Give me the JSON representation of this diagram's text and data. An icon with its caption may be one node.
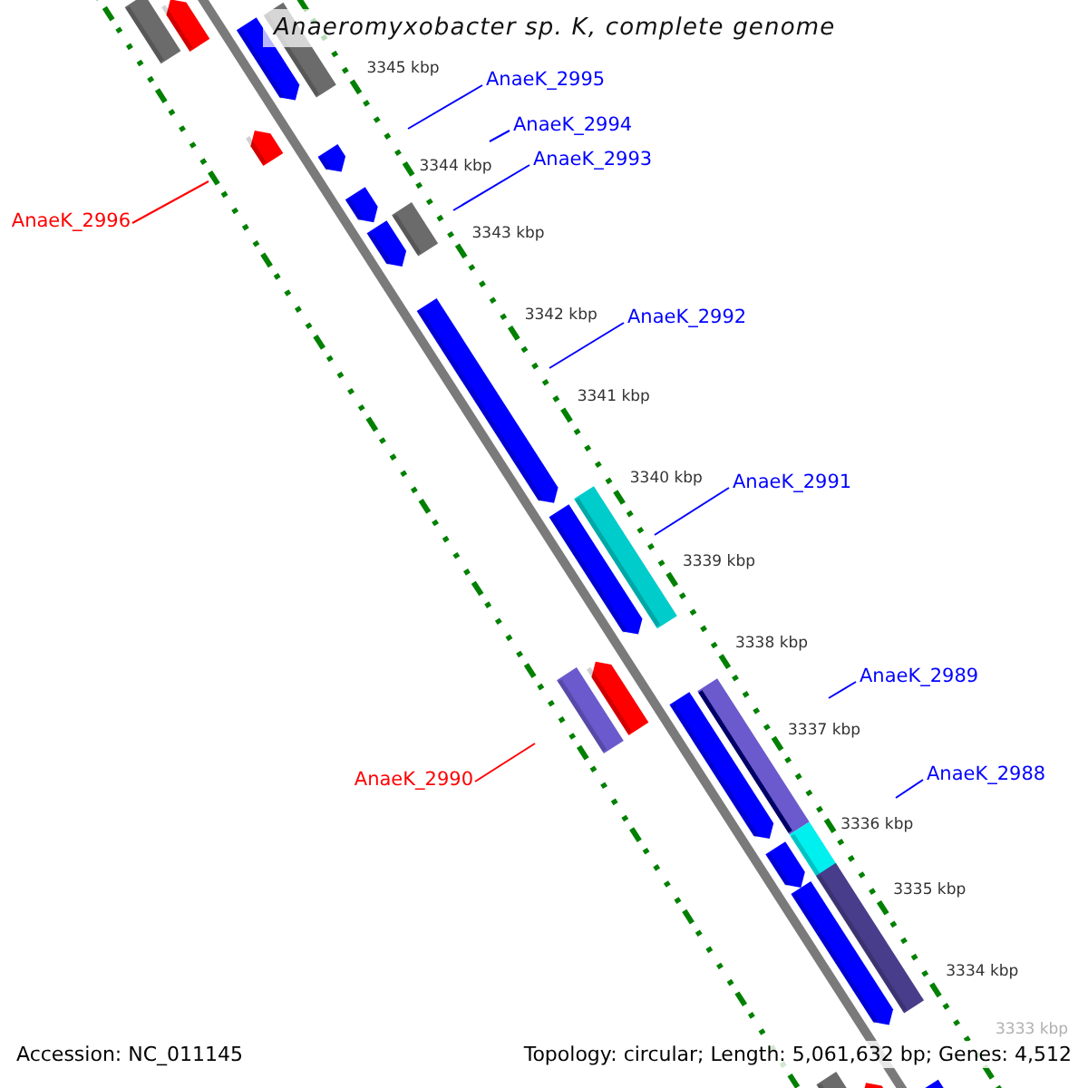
{
  "diagram": {
    "title": "Anaeromyxobacter sp. K, complete genome",
    "nodes": [
      {
        "text": [
          "AnaeK_2995"
        ]
      },
      {
        "text": [
          "AnaeK_2994"
        ]
      },
      {
        "text": [
          "AnaeK_2993"
        ]
      },
      {
        "text": [
          "AnaeK_2996"
        ]
      },
      {
        "text": [
          "AnaeK_2992"
        ]
      },
      {
        "text": [
          "AnaeK_2991"
        ]
      },
      {
        "text": [
          "AnaeK_2989"
        ]
      },
      {
        "text": [
          "AnaeK_2990"
        ]
      },
      {
        "text": [
          "AnaeK_2988"
        ]
      }
    ],
    "edges": [
      {
        "from": 0,
        "to": null,
        "arrow": "none"
      },
      {
        "from": 1,
        "to": null,
        "arrow": "none"
      },
      {
        "from": 2,
        "to": null,
        "arrow": "none"
      },
      {
        "from": 3,
        "to": null,
        "arrow": "none",
        "color": "#ff0000"
      },
      {
        "from": 4,
        "to": null,
        "arrow": "none"
      },
      {
        "from": 5,
        "to": null,
        "arrow": "none"
      },
      {
        "from": 6,
        "to": null,
        "arrow": "none"
      },
      {
        "from": 7,
        "to": null,
        "arrow": "none",
        "color": "#ff0000"
      },
      {
        "from": 8,
        "to": null,
        "arrow": "none"
      }
    ],
    "labels": [
      "3345 kbp",
      "3344 kbp",
      "3343 kbp",
      "3342 kbp",
      "3341 kbp",
      "3340 kbp",
      "3339 kbp",
      "3338 kbp",
      "3337 kbp",
      "3336 kbp",
      "3335 kbp",
      "3334 kbp",
      "3333 kbp",
      "Accession: NC_011145",
      "Topology: circular; Length: 5,061,632 bp; Genes: 4,512"
    ]
  }
}
